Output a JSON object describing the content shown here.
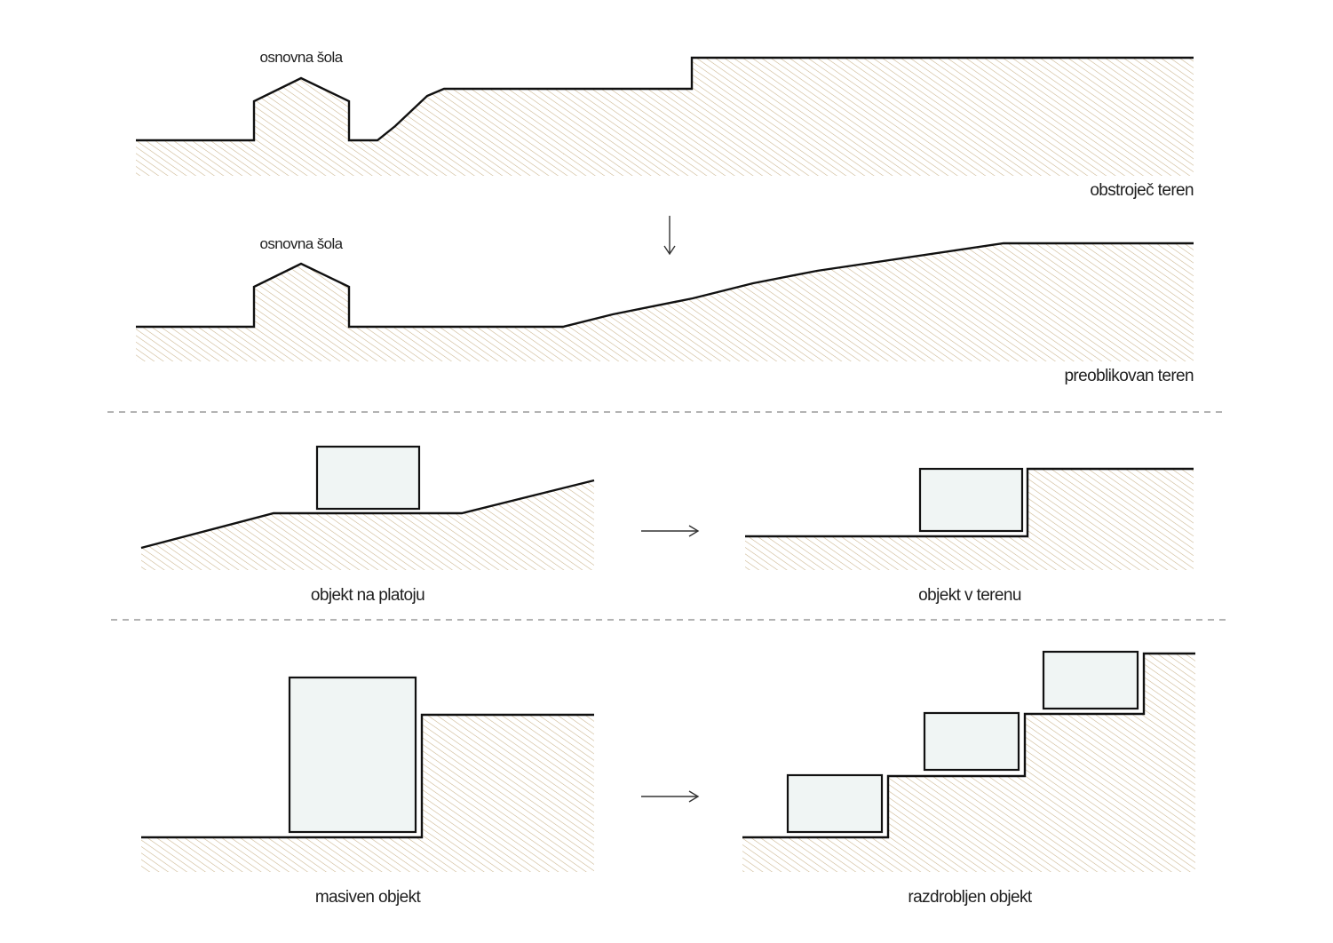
{
  "colors": {
    "hatch": "#c9b28a",
    "building_fill": "#f0f5f4",
    "outline": "#111111",
    "divider": "#9a9a9a"
  },
  "section1": {
    "top_school_label": "osnovna šola",
    "top_caption": "obstroječ teren",
    "bottom_school_label": "osnovna šola",
    "bottom_caption": "preoblikovan teren"
  },
  "section2": {
    "left_caption": "objekt na platoju",
    "right_caption": "objekt v terenu"
  },
  "section3": {
    "left_caption": "masiven objekt",
    "right_caption": "razdrobljen objekt"
  }
}
